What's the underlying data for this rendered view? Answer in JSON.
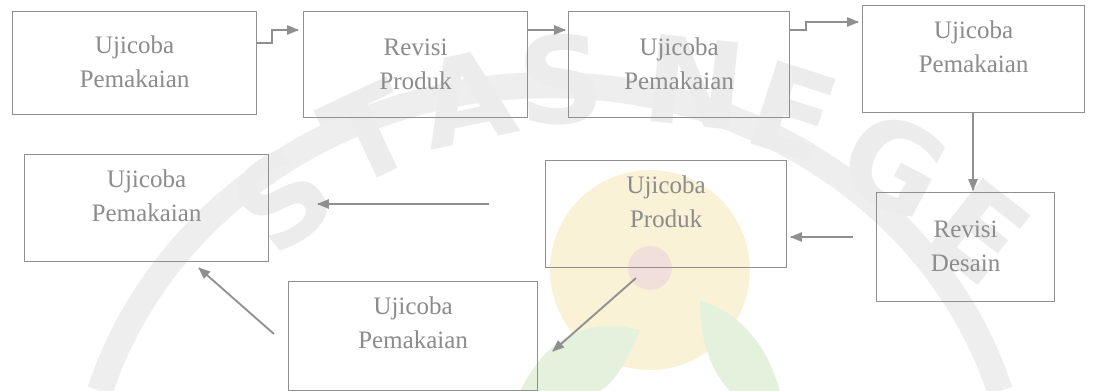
{
  "diagram": {
    "boxes": [
      {
        "id": "box1",
        "line1": "Ujicoba",
        "line2": "Pemakaian"
      },
      {
        "id": "box2",
        "line1": "Revisi",
        "line2": "Produk"
      },
      {
        "id": "box3",
        "line1": "Ujicoba",
        "line2": "Pemakaian"
      },
      {
        "id": "box4",
        "line1": "Ujicoba",
        "line2": "Pemakaian"
      },
      {
        "id": "box5",
        "line1": "Revisi",
        "line2": "Desain"
      },
      {
        "id": "box6",
        "line1": "Ujicoba",
        "line2": "Produk"
      },
      {
        "id": "box7",
        "line1": "Ujicoba",
        "line2": "Pemakaian"
      },
      {
        "id": "box8",
        "line1": "Ujicoba",
        "line2": "Pemakaian"
      }
    ]
  },
  "colors": {
    "box_border": "#8f8f8f",
    "box_text": "#8c8c8c",
    "arrow": "#8f8f8f",
    "watermark": "#e6e6e6",
    "watermark_yellow": "#f7ecc4",
    "watermark_green": "#e3f1dd"
  }
}
